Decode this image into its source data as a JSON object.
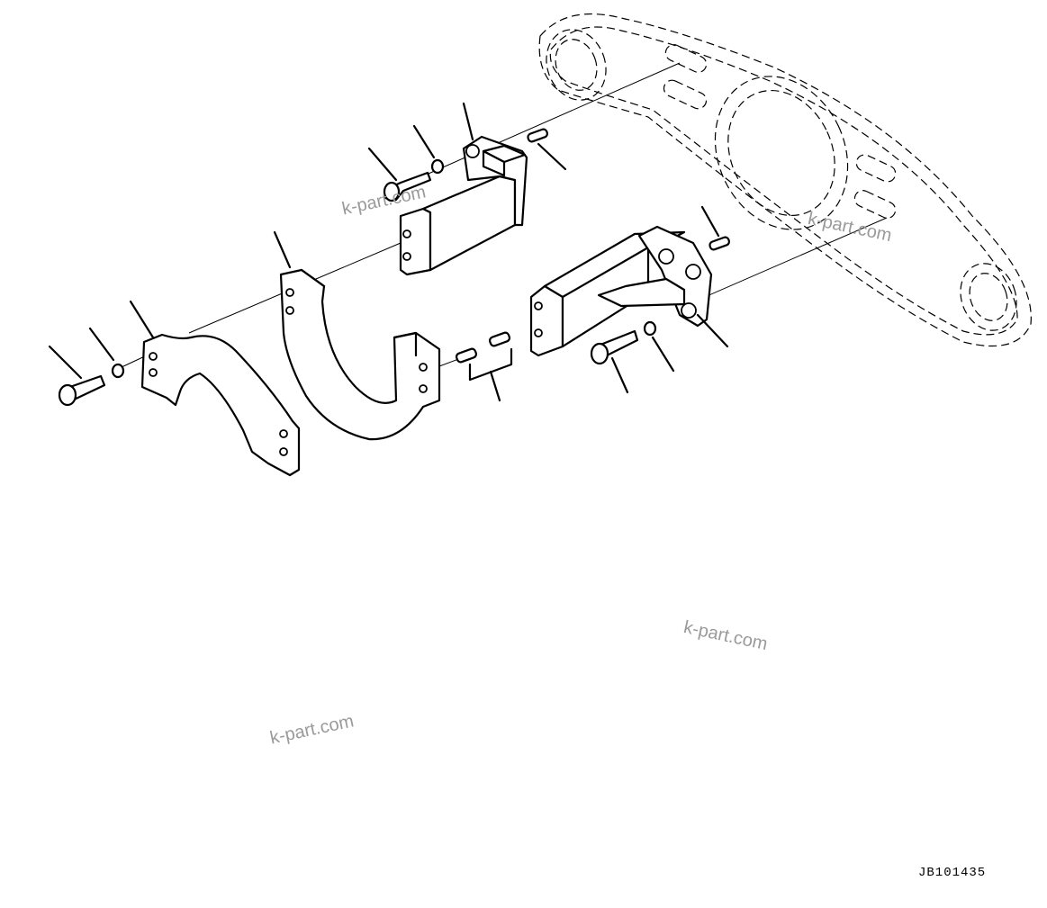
{
  "drawing_code": "JB101435",
  "watermarks": [
    "k-part.com",
    "k-part.com",
    "k-part.com",
    "k-part.com"
  ]
}
